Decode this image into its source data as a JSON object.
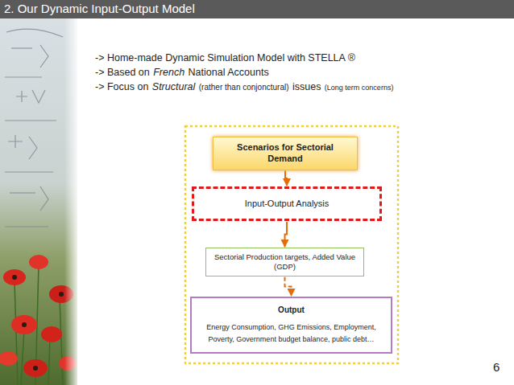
{
  "diagram": {
    "title": "2. Our Dynamic Input-Output Model",
    "nodes": [
      {
        "text": [
          "Scenarios for Sectorial Demand"
        ]
      },
      {
        "text": [
          "Input-Output Analysis"
        ]
      },
      {
        "text": [
          "Sectorial Production targets, Added Value (GDP)"
        ]
      },
      {
        "text": [
          "Output",
          "Energy Consumption, GHG Emissions, Employment, Poverty, Government budget balance, public debt…"
        ]
      }
    ],
    "edges": [
      {
        "from": 0,
        "to": 1,
        "arrow": "to"
      },
      {
        "from": 1,
        "to": 2,
        "arrow": "to"
      },
      {
        "from": 2,
        "to": 3,
        "arrow": "to"
      }
    ],
    "labels": [
      "-> Home-made Dynamic Simulation Model with STELLA ®",
      "-> Based on",
      "French",
      "National Accounts",
      "-> Focus on",
      "Structural",
      "(rather than conjonctural)",
      "issues",
      "(Long term concerns)",
      "6"
    ]
  }
}
